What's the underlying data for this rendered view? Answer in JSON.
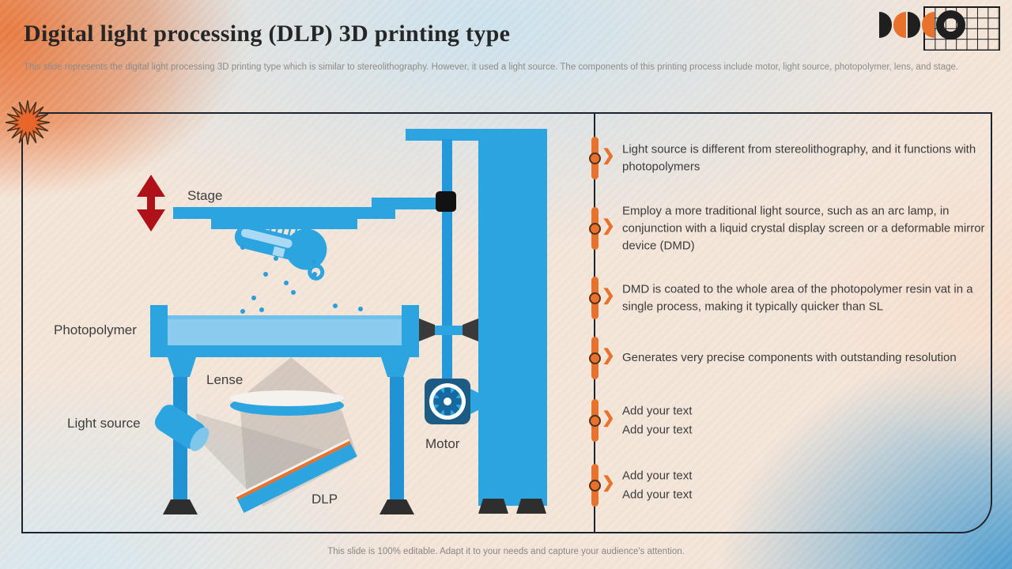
{
  "slide": {
    "title": "Digital light processing (DLP) 3D printing type",
    "subtitle": "This slide represents the digital light processing 3D printing type which is similar to stereolithography. However, it used a light source. The components of this printing process include motor, light source, photopolymer, lens, and stage.",
    "footer": "This slide is 100% editable. Adapt it to your needs and capture your audience's attention."
  },
  "diagram": {
    "labels": {
      "stage": "Stage",
      "photopolymer": "Photopolymer",
      "lense": "Lense",
      "light_source": "Light source",
      "dlp": "DLP",
      "motor": "Motor"
    }
  },
  "bullets": [
    {
      "lines": [
        "Light source is different from stereolithography, and it functions with photopolymers"
      ]
    },
    {
      "lines": [
        "Employ a more traditional light source, such as an arc lamp, in conjunction with a liquid crystal display screen or a deformable mirror device (DMD)"
      ]
    },
    {
      "lines": [
        "DMD is coated to the whole area of the photopolymer resin vat in a single process, making it typically quicker than SL"
      ]
    },
    {
      "lines": [
        "Generates very precise components with outstanding resolution"
      ]
    },
    {
      "lines": [
        "Add your text",
        "Add your text"
      ]
    },
    {
      "lines": [
        "Add your text",
        "Add your text"
      ]
    }
  ],
  "bullets_meta": {
    "chevron": "❯"
  },
  "colors": {
    "accent_orange": "#E8712B",
    "diagram_blue": "#2BA4E0",
    "diagram_blue_light": "#8BCBEE",
    "motor_navy": "#1C5B84",
    "arrow_red": "#AE1117",
    "line_dark": "#1C2430",
    "corner_blue": "#3E97CF",
    "corner_orange": "#E87A40"
  }
}
